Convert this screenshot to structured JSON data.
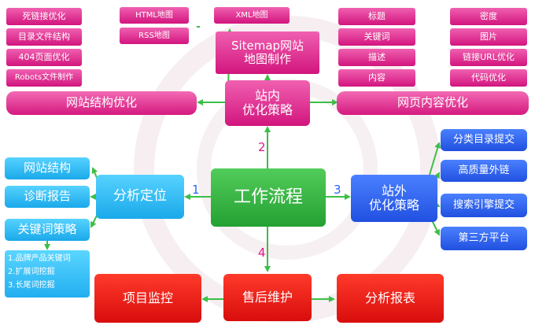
{
  "center": {
    "label": "工作流程"
  },
  "step_numbers": {
    "n1": "1",
    "n2": "2",
    "n3": "3",
    "n4": "4"
  },
  "onsite": {
    "label_line1": "站内",
    "label_line2": "优化策略",
    "sitemap": {
      "line1": "Sitemap网站",
      "line2": "地图制作",
      "items": [
        "HTML地图",
        "RSS地图",
        "XML地图"
      ]
    },
    "structure": {
      "label": "网站结构优化",
      "items": [
        "死链接优化",
        "目录文件结构",
        "404页面优化",
        "Robots文件制作"
      ]
    },
    "content": {
      "label": "网页内容优化",
      "col1": [
        "标题",
        "关键词",
        "描述",
        "内容"
      ],
      "col2": [
        "密度",
        "图片",
        "链接URL优化",
        "代码优化"
      ]
    }
  },
  "analysis": {
    "label": "分析定位",
    "items": [
      "网站结构",
      "诊断报告",
      "关键词策略"
    ],
    "keyword_list": [
      "1.品牌产品关键词",
      "2.扩展词挖掘",
      "3.长尾词挖掘"
    ]
  },
  "offsite": {
    "label_line1": "站外",
    "label_line2": "优化策略",
    "items": [
      "分类目录提交",
      "高质量外链",
      "搜索引擎提交",
      "第三方平台"
    ]
  },
  "after_sales": {
    "label": "售后维护",
    "left": "项目监控",
    "right": "分析报表"
  },
  "colors": {
    "pink": "#d5197f",
    "green": "#2da83a",
    "blue": "#2a5bf0",
    "cyan": "#1aa9ea",
    "red": "#e01010",
    "arrow": "#3cbf48"
  }
}
